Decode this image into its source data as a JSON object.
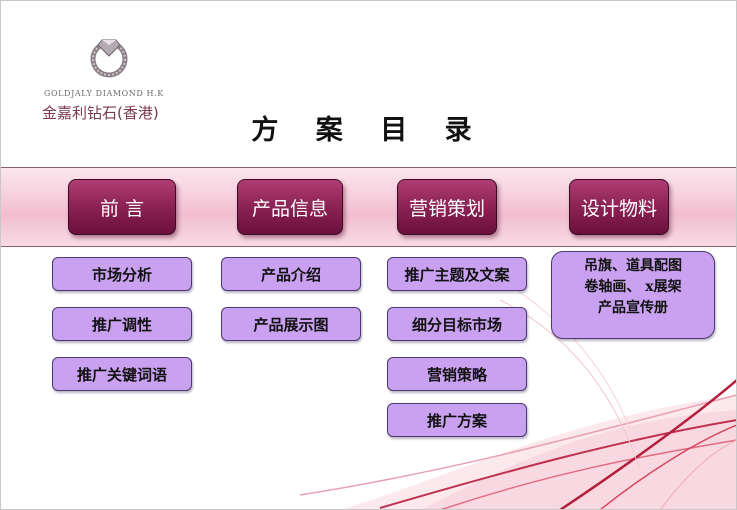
{
  "brand": {
    "name_en": "GOLDJALY DIAMOND H.K",
    "name_cn": "金嘉利钻石(香港)"
  },
  "title": "方 案 目 录",
  "categories": [
    {
      "label": "前 言"
    },
    {
      "label": "产品信息"
    },
    {
      "label": "营销策划"
    },
    {
      "label": "设计物料"
    }
  ],
  "columns": {
    "preface": [
      "市场分析",
      "推广调性",
      "推广关键词语"
    ],
    "product_info": [
      "产品介绍",
      "产品展示图"
    ],
    "marketing": [
      "推广主题及文案",
      "细分目标市场",
      "营销策略",
      "推广方案"
    ],
    "design_materials": [
      "吊旗、道具配图",
      "卷轴画、  x展架",
      "产品宣传册"
    ]
  },
  "colors": {
    "category_fill": "#8e2556",
    "item_fill": "#c9a1f0",
    "band_fill": "#f5c9d9"
  }
}
